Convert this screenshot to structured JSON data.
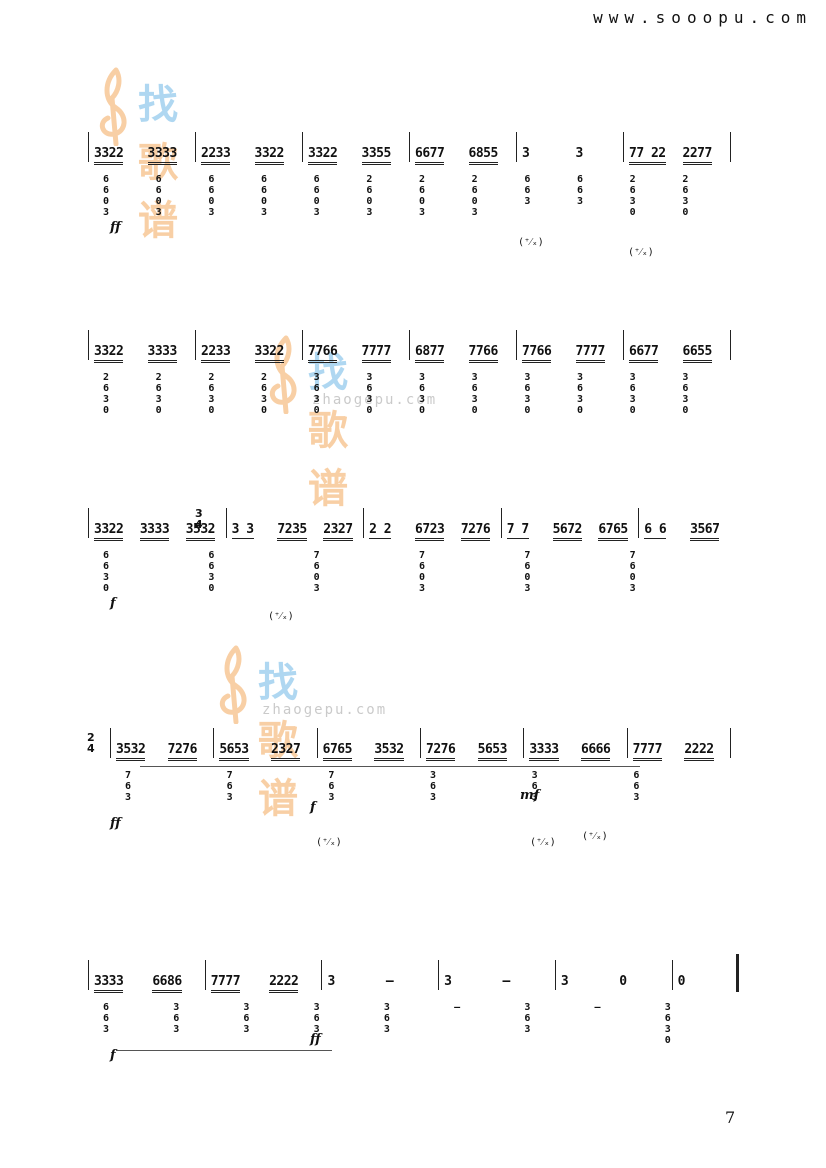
{
  "header": {
    "site_url": "www.sooopu.com"
  },
  "watermark": {
    "brand": "找歌谱",
    "brand_part1": "找",
    "brand_part2": "歌谱",
    "domain": "zhaogepu.com"
  },
  "footer": {
    "page_number": "7"
  },
  "score": {
    "rows": [
      {
        "melody": [
          "3322",
          "3333",
          "2233",
          "3322",
          "3322",
          "3355",
          "6677",
          "6855",
          "3",
          "3",
          "77 22",
          "2277"
        ],
        "accompaniment": [
          "6 6 0 3",
          "6 6 0 3",
          "6 6 0 3",
          "6 6 0 3",
          "6 6 0 3",
          "2 6 0 3",
          "2 6 0 3",
          "2 6 0 3",
          "6 6 3",
          "6 6 3",
          "2 6 3 0",
          "2 6 3 0"
        ],
        "dynamics": [
          "ff"
        ]
      },
      {
        "melody": [
          "3322",
          "3333",
          "2233",
          "3322",
          "7766",
          "7777",
          "6877",
          "7766",
          "7766",
          "7777",
          "6677",
          "6655"
        ],
        "accompaniment": [
          "2 6 3 0",
          "2 6 3 0",
          "2 6 3 0",
          "2 6 3 0",
          "3 6 3 0",
          "3 6 3 0",
          "3 6 3 0",
          "3 6 3 0",
          "3 6 3 0",
          "3 6 3 0",
          "3 6 3 0",
          "3 6 3 0"
        ],
        "dynamics": []
      },
      {
        "melody": [
          "3322",
          "3333",
          "3532",
          "3 3",
          "7235",
          "2327",
          "2 2",
          "6723",
          "7276",
          "7 7",
          "5672",
          "6765",
          "6 6",
          "3567"
        ],
        "accompaniment": [
          "6 6 3 0",
          "6 6 3 0",
          "7 6 0 3",
          "7 6 0 3",
          "7 6 0 3",
          "7 6 0 3"
        ],
        "time_signature": {
          "top": "3",
          "bottom": "4"
        },
        "dynamics": [
          "f"
        ]
      },
      {
        "melody": [
          "3532",
          "7276",
          "5653",
          "2327",
          "6765",
          "3532",
          "7276",
          "5653",
          "3333",
          "6666",
          "7777",
          "2222"
        ],
        "accompaniment": [
          "7 6 3",
          "7 6 3",
          "7 6 3",
          "3 6 3",
          "3 6 3",
          "6 6 3"
        ],
        "time_signature": {
          "top": "2",
          "bottom": "4"
        },
        "dynamics": [
          "ff",
          "f",
          "mf"
        ]
      },
      {
        "melody": [
          "3333",
          "6686",
          "7777",
          "2222",
          "3",
          "–",
          "3",
          "–",
          "3",
          "0",
          "0"
        ],
        "accompaniment": [
          "6 6 3",
          "3 6 3",
          "3 6 3",
          "3 6 3",
          "3 6 3",
          "–",
          "3 6 3",
          "–",
          "3 6 3 0"
        ],
        "dynamics": [
          "f",
          "ff"
        ]
      }
    ],
    "paren_mark": "(⁺⁄ₓ)"
  }
}
